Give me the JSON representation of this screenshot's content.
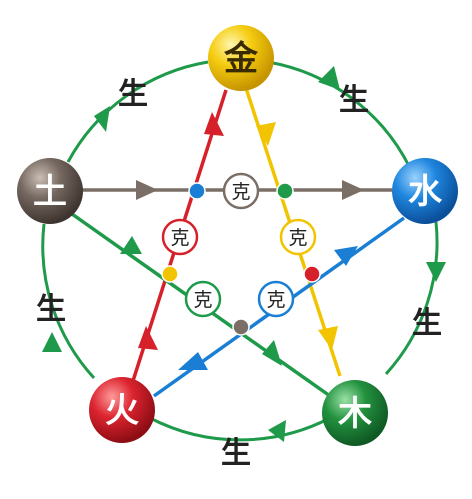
{
  "elements": {
    "metal": {
      "label": "金",
      "color": "#f2c400",
      "text_color": "#3a2a00"
    },
    "water": {
      "label": "水",
      "color": "#1a7fd4",
      "text_color": "#ffffff"
    },
    "wood": {
      "label": "木",
      "color": "#1e8a3a",
      "text_color": "#ffffff"
    },
    "fire": {
      "label": "火",
      "color": "#d6202a",
      "text_color": "#ffffff"
    },
    "earth": {
      "label": "土",
      "color": "#6b5e55",
      "text_color": "#ffffff"
    }
  },
  "generate_labels": {
    "metal_water": "生",
    "water_wood": "生",
    "wood_fire": "生",
    "fire_earth": "生",
    "earth_metal": "生"
  },
  "control_labels": {
    "earth_water": "克",
    "metal_wood": "克",
    "fire_metal": "克",
    "water_fire": "克",
    "wood_earth": "克"
  },
  "colors": {
    "generate_cycle": "#1e9a4a",
    "earth_water_line": "#7a6e66",
    "metal_wood_line": "#f2c400",
    "fire_metal_line": "#d6202a",
    "water_fire_line": "#1a7fd4",
    "wood_earth_line": "#1e9a4a"
  }
}
